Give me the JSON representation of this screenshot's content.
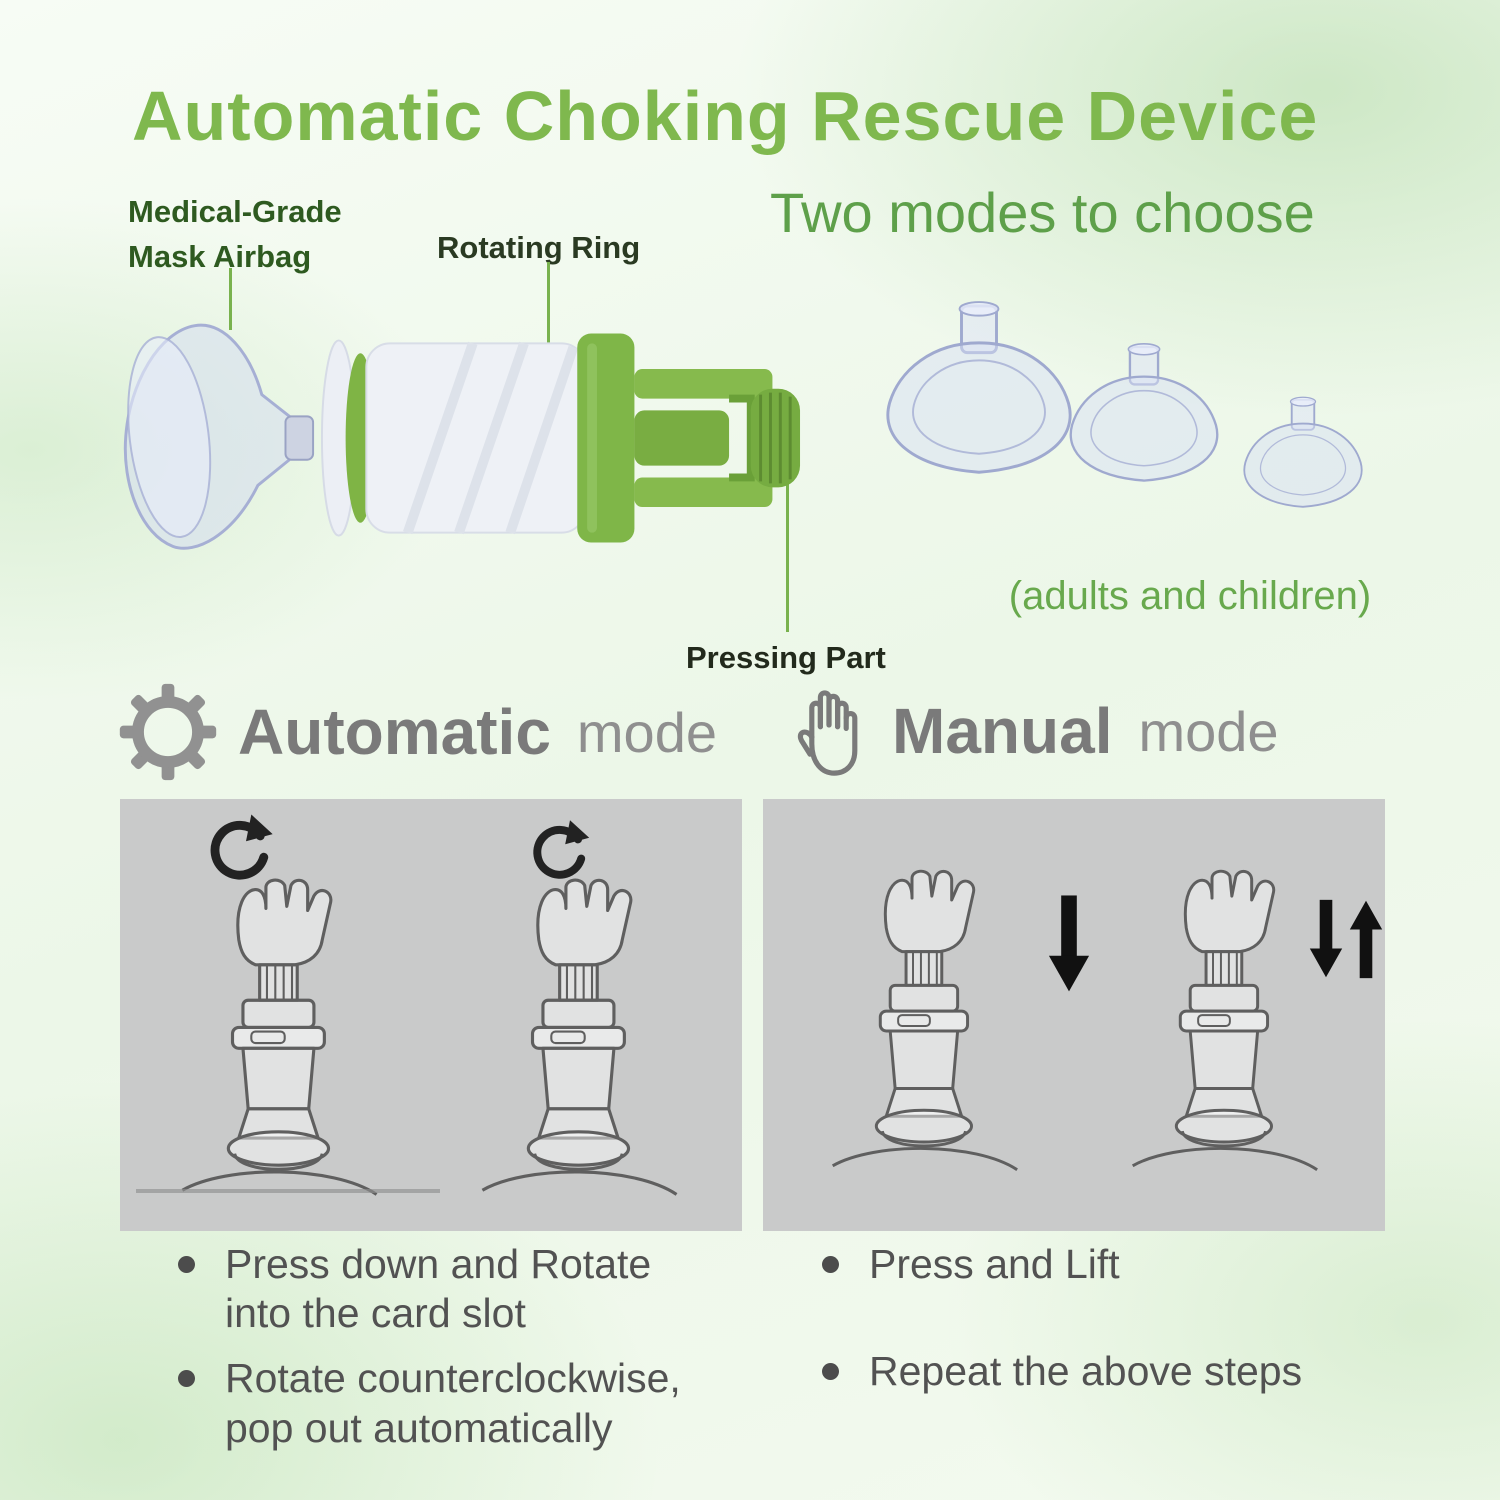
{
  "header": {
    "title": "Automatic Choking Rescue Device",
    "subtitle": "Two modes to choose"
  },
  "device_labels": {
    "mask_airbag_line1": "Medical-Grade",
    "mask_airbag_line2": "Mask Airbag",
    "rotating_ring": "Rotating Ring",
    "pressing_part": "Pressing Part"
  },
  "masks": {
    "caption": "(adults and children)",
    "sizes": [
      "large",
      "medium",
      "small"
    ]
  },
  "modes": {
    "automatic": {
      "label": "Automatic",
      "mode_word": "mode",
      "bullets": [
        "Press down and Rotate into the card slot",
        "Rotate counterclockwise, pop out automatically"
      ]
    },
    "manual": {
      "label": "Manual",
      "mode_word": "mode",
      "bullets": [
        "Press and Lift",
        "Repeat the above steps"
      ]
    }
  },
  "icons": {
    "gear": "⚙",
    "hand": "✋",
    "rotate_counterclockwise": "↺",
    "arrow_down": "↓",
    "arrow_up": "↑"
  },
  "colors": {
    "title_green": "#7fb84e",
    "subtitle_green": "#5ea04a",
    "dark_label_green": "#2e5a20",
    "device_green": "#7fb648",
    "leader_line_green": "#79b24e",
    "mode_text_gray": "#7a7a7a",
    "panel_gray": "#c9caca",
    "bullet_text_gray": "#525252"
  }
}
